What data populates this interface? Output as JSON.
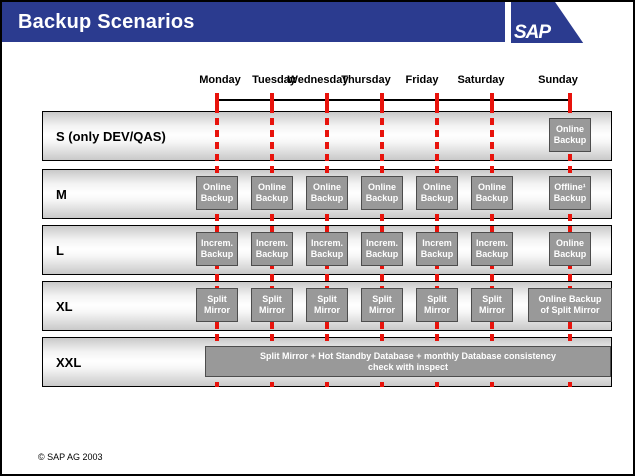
{
  "header": {
    "title": "Backup Scenarios",
    "logo_text": "SAP"
  },
  "timeline": {
    "days": [
      "Monday",
      "Tuesday",
      "Wednesday",
      "Thursday",
      "Friday",
      "Saturday",
      "Sunday"
    ]
  },
  "scenarios": [
    {
      "label": "S (only DEV/QAS)",
      "boxes": [
        {
          "day": 6,
          "size": "normal",
          "lines": [
            "Online",
            "Backup"
          ]
        }
      ]
    },
    {
      "label": "M",
      "boxes": [
        {
          "day": 0,
          "size": "normal",
          "lines": [
            "Online",
            "Backup"
          ]
        },
        {
          "day": 1,
          "size": "normal",
          "lines": [
            "Online",
            "Backup"
          ]
        },
        {
          "day": 2,
          "size": "normal",
          "lines": [
            "Online",
            "Backup"
          ]
        },
        {
          "day": 3,
          "size": "normal",
          "lines": [
            "Online",
            "Backup"
          ]
        },
        {
          "day": 4,
          "size": "normal",
          "lines": [
            "Online",
            "Backup"
          ]
        },
        {
          "day": 5,
          "size": "normal",
          "lines": [
            "Online",
            "Backup"
          ]
        },
        {
          "day": 6,
          "size": "normal",
          "lines": [
            "Offline¹",
            "Backup"
          ]
        }
      ]
    },
    {
      "label": "L",
      "boxes": [
        {
          "day": 0,
          "size": "normal",
          "lines": [
            "Increm.",
            "Backup"
          ]
        },
        {
          "day": 1,
          "size": "normal",
          "lines": [
            "Increm.",
            "Backup"
          ]
        },
        {
          "day": 2,
          "size": "normal",
          "lines": [
            "Increm.",
            "Backup"
          ]
        },
        {
          "day": 3,
          "size": "normal",
          "lines": [
            "Increm.",
            "Backup"
          ]
        },
        {
          "day": 4,
          "size": "normal",
          "lines": [
            "Increm",
            "Backup"
          ]
        },
        {
          "day": 5,
          "size": "normal",
          "lines": [
            "Increm.",
            "Backup"
          ]
        },
        {
          "day": 6,
          "size": "normal",
          "lines": [
            "Online",
            "Backup"
          ]
        }
      ]
    },
    {
      "label": "XL",
      "boxes": [
        {
          "day": 0,
          "size": "normal",
          "lines": [
            "Split",
            "Mirror"
          ]
        },
        {
          "day": 1,
          "size": "normal",
          "lines": [
            "Split",
            "Mirror"
          ]
        },
        {
          "day": 2,
          "size": "normal",
          "lines": [
            "Split",
            "Mirror"
          ]
        },
        {
          "day": 3,
          "size": "normal",
          "lines": [
            "Split",
            "Mirror"
          ]
        },
        {
          "day": 4,
          "size": "normal",
          "lines": [
            "Split",
            "Mirror"
          ]
        },
        {
          "day": 5,
          "size": "normal",
          "lines": [
            "Split",
            "Mirror"
          ]
        },
        {
          "day": 6,
          "size": "wide",
          "lines": [
            "Online Backup",
            "of Split Mirror"
          ]
        }
      ]
    },
    {
      "label": "XXL",
      "boxes": [
        {
          "size": "banner",
          "lines": [
            "Split Mirror + Hot Standby Database + monthly Database consistency",
            "check with inspect"
          ]
        }
      ]
    }
  ],
  "footer": {
    "copyright": "© SAP AG 2003"
  },
  "colors": {
    "header_blue": "#2b3b8f",
    "dash_red": "#e8130c",
    "box_gray": "#999999",
    "box_border": "#4d4d4d"
  }
}
